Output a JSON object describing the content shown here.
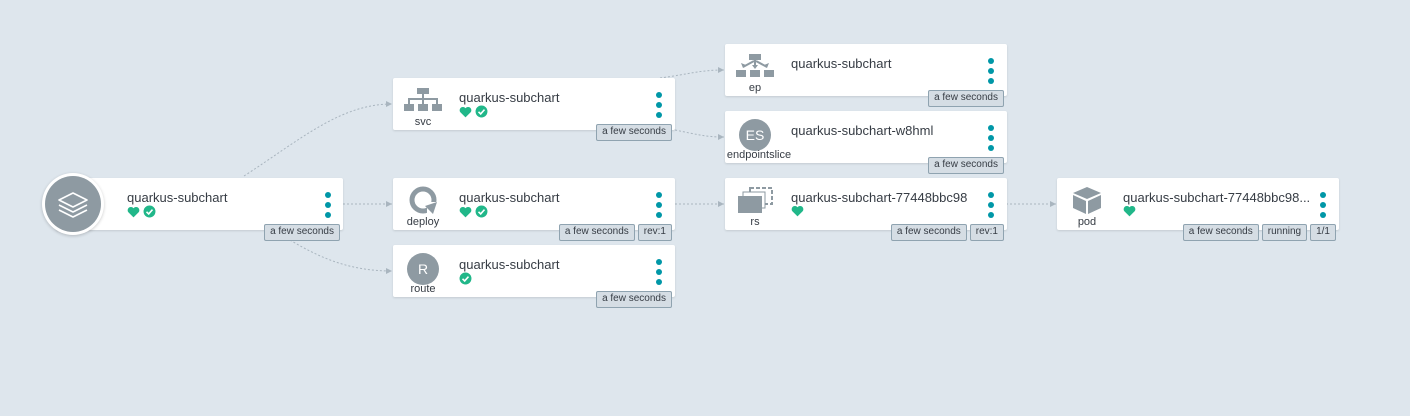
{
  "colors": {
    "background": "#dee6ed",
    "card": "#ffffff",
    "icon_gray": "#8e9aa2",
    "health_green": "#21b789",
    "menu_teal": "#0097a7",
    "edge": "#a9b5bf"
  },
  "nodes": {
    "app": {
      "title": "quarkus-subchart",
      "icon": "application-layers-icon",
      "status_icons": [
        "heart-icon",
        "check-circle-icon"
      ],
      "badges": [
        "a few seconds"
      ]
    },
    "svc": {
      "title": "quarkus-subchart",
      "kind": "svc",
      "icon": "service-tree-icon",
      "status_icons": [
        "heart-icon",
        "check-circle-icon"
      ],
      "badges": [
        "a few seconds"
      ]
    },
    "deploy": {
      "title": "quarkus-subchart",
      "kind": "deploy",
      "icon": "deploy-sync-icon",
      "status_icons": [
        "heart-icon",
        "check-circle-icon"
      ],
      "badges": [
        "a few seconds",
        "rev:1"
      ]
    },
    "route": {
      "title": "quarkus-subchart",
      "kind": "route",
      "icon_letter": "R",
      "status_icons": [
        "check-circle-icon"
      ],
      "badges": [
        "a few seconds"
      ]
    },
    "ep": {
      "title": "quarkus-subchart",
      "kind": "ep",
      "icon": "endpoints-tree-icon",
      "badges": [
        "a few seconds"
      ]
    },
    "endpointslice": {
      "title": "quarkus-subchart-w8hml",
      "kind": "endpointslice",
      "icon_letters": "ES",
      "badges": [
        "a few seconds"
      ]
    },
    "rs": {
      "title": "quarkus-subchart-77448bbc98",
      "kind": "rs",
      "icon": "replicaset-stack-icon",
      "status_icons": [
        "heart-icon"
      ],
      "badges": [
        "a few seconds",
        "rev:1"
      ]
    },
    "pod": {
      "title": "quarkus-subchart-77448bbc98...",
      "kind": "pod",
      "icon": "pod-cube-icon",
      "status_icons": [
        "heart-icon"
      ],
      "badges": [
        "a few seconds",
        "running",
        "1/1"
      ]
    }
  }
}
